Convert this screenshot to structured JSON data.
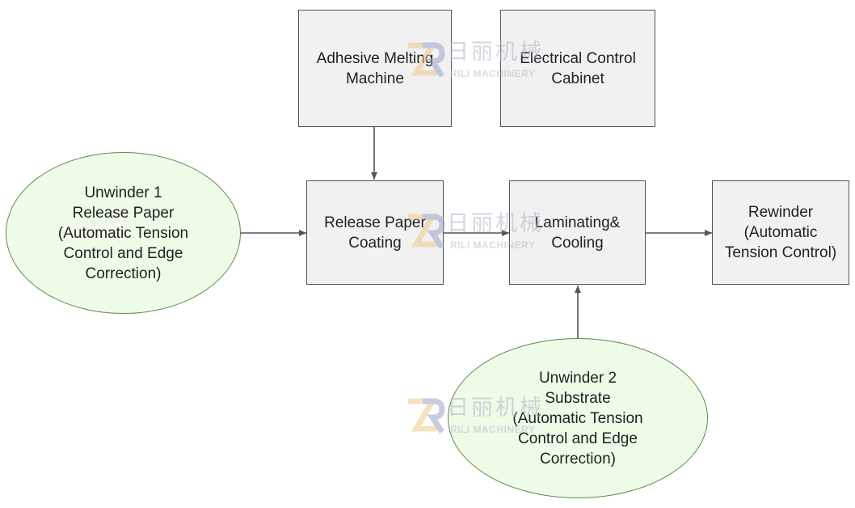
{
  "nodes": {
    "adhesive": {
      "lines": [
        "Adhesive Melting",
        "Machine"
      ]
    },
    "cabinet": {
      "lines": [
        "Electrical Control",
        "Cabinet"
      ]
    },
    "unwinder1": {
      "lines": [
        "Unwinder 1",
        "Release Paper",
        "(Automatic Tension",
        "Control and Edge",
        "Correction)"
      ]
    },
    "coating": {
      "lines": [
        "Release Paper",
        "Coating"
      ]
    },
    "laminating": {
      "lines": [
        "Laminating&",
        "Cooling"
      ]
    },
    "rewinder": {
      "lines": [
        "Rewinder",
        "(Automatic",
        "Tension Control)"
      ]
    },
    "unwinder2": {
      "lines": [
        "Unwinder 2",
        "Substrate",
        "(Automatic Tension",
        "Control and Edge",
        "Correction)"
      ]
    }
  },
  "watermark": {
    "chinese": "日丽机械",
    "english": "RILI MACHINERY",
    "colors": {
      "r": "#9aa6c8",
      "z": "#f2c98a"
    }
  },
  "colors": {
    "box_fill": "#f1f1f1",
    "box_border": "#555555",
    "pill_fill": "#eefbe7",
    "pill_border": "#5d8a4f",
    "arrow": "#555555"
  }
}
